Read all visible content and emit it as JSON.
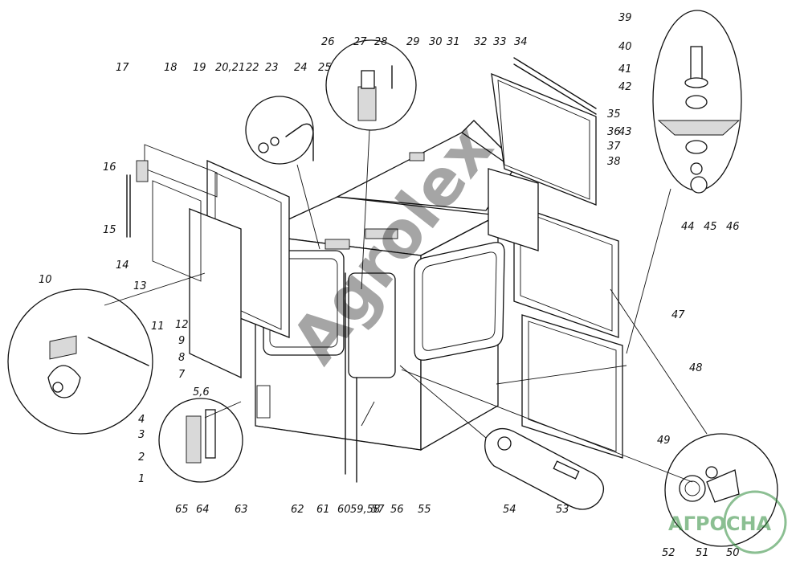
{
  "callouts": [
    {
      "label": "1"
    },
    {
      "label": "2"
    },
    {
      "label": "3"
    },
    {
      "label": "4"
    },
    {
      "label": "5,6"
    },
    {
      "label": "7"
    },
    {
      "label": "8"
    },
    {
      "label": "9"
    },
    {
      "label": "10"
    },
    {
      "label": "11"
    },
    {
      "label": "12"
    },
    {
      "label": "13"
    },
    {
      "label": "14"
    },
    {
      "label": "15"
    },
    {
      "label": "16"
    },
    {
      "label": "17"
    },
    {
      "label": "18"
    },
    {
      "label": "19"
    },
    {
      "label": "20,21"
    },
    {
      "label": "22"
    },
    {
      "label": "23"
    },
    {
      "label": "24"
    },
    {
      "label": "25"
    },
    {
      "label": "26"
    },
    {
      "label": "27"
    },
    {
      "label": "28"
    },
    {
      "label": "29"
    },
    {
      "label": "30"
    },
    {
      "label": "31"
    },
    {
      "label": "32"
    },
    {
      "label": "33"
    },
    {
      "label": "34"
    },
    {
      "label": "35"
    },
    {
      "label": "36"
    },
    {
      "label": "37"
    },
    {
      "label": "38"
    },
    {
      "label": "39"
    },
    {
      "label": "40"
    },
    {
      "label": "41"
    },
    {
      "label": "42"
    },
    {
      "label": "43"
    },
    {
      "label": "44"
    },
    {
      "label": "45"
    },
    {
      "label": "46"
    },
    {
      "label": "47"
    },
    {
      "label": "48"
    },
    {
      "label": "49"
    },
    {
      "label": "50"
    },
    {
      "label": "51"
    },
    {
      "label": "52"
    },
    {
      "label": "53"
    },
    {
      "label": "54"
    },
    {
      "label": "55"
    },
    {
      "label": "56"
    },
    {
      "label": "57"
    },
    {
      "label": "59,58"
    },
    {
      "label": "60"
    },
    {
      "label": "61"
    },
    {
      "label": "62"
    },
    {
      "label": "63"
    },
    {
      "label": "64"
    },
    {
      "label": "65"
    }
  ],
  "watermark": {
    "text": "Agrolex",
    "color": "#5a6bd6"
  },
  "logo": {
    "text": "AГРОСНА",
    "color": "#2e8b3a"
  },
  "colors": {
    "line": "#111111",
    "paper": "#ffffff"
  }
}
